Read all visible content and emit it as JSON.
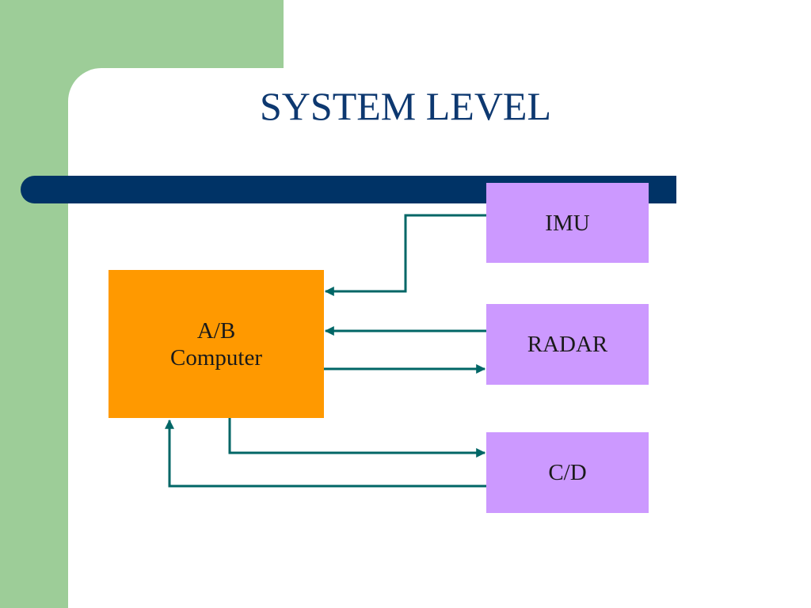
{
  "slide": {
    "title": "SYSTEM LEVEL"
  },
  "diagram": {
    "computer": {
      "line1": "A/B",
      "line2": "Computer"
    },
    "imu": {
      "label": "IMU"
    },
    "radar": {
      "label": "RADAR"
    },
    "cd": {
      "label": "C/D"
    }
  },
  "colors": {
    "background_green": "#9dcd98",
    "title_text": "#0d3870",
    "title_bar": "#003366",
    "computer_box": "#ff9900",
    "peripheral_box": "#cc99ff",
    "connector": "#006666"
  }
}
